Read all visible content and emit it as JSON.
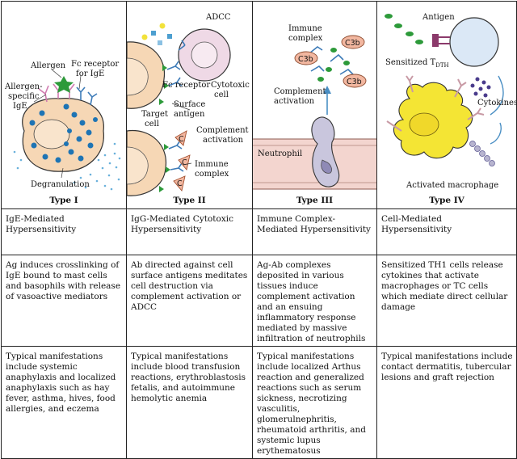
{
  "types": [
    {
      "label": "Type I",
      "name": "IgE-Mediated Hypersensitivity",
      "description": "Ag induces crosslinking of IgE bound to mast cells and basophils with release of vasoactive mediators",
      "manifestations": "Typical manifestations include systemic anaphylaxis and localized anaphylaxis such as hay fever, asthma, hives, food allergies, and eczema",
      "diagram_labels": {
        "allergen": "Allergen",
        "fc_receptor_1": "Fc receptor",
        "fc_receptor_2": "for IgE",
        "allergen_specific_1": "Allergen-",
        "allergen_specific_2": "specific",
        "allergen_specific_3": "IgE",
        "degranulation": "Degranulation"
      }
    },
    {
      "label": "Type II",
      "name": "IgG-Mediated Cytotoxic Hypersensitivity",
      "description": "Ab directed against cell surface antigens meditates cell destruction via complement activation or ADCC",
      "manifestations": "Typical manifestations include blood transfusion reactions, erythroblastosis fetalis, and autoimmune hemolytic anemia",
      "diagram_labels": {
        "adcc": "ADCC",
        "fc_receptor": "Fc receptor",
        "cytotoxic_1": "Cytotoxic",
        "cytotoxic_2": "cell",
        "target_1": "Target",
        "target_2": "cell",
        "surface_1": "Surface",
        "surface_2": "antigen",
        "complement_1": "Complement",
        "complement_2": "activation",
        "immune_complex_1": "Immune",
        "immune_complex_2": "complex",
        "c_marker": "C"
      }
    },
    {
      "label": "Type III",
      "name": "Immune Complex-Mediated Hypersensitivity",
      "description": "Ag-Ab complexes deposited in various tissues induce complement activation and an ensuing inflammatory response mediated by massive infiltration of neutrophils",
      "manifestations": "Typical manifestations include localized Arthus reaction and generalized reactions such as serum sickness, necrotizing vasculitis, glomerulnephritis, rheumatoid arthritis, and systemic lupus erythematosus",
      "diagram_labels": {
        "immune_complex_1": "Immune",
        "immune_complex_2": "complex",
        "c3b": "C3b",
        "complement_1": "Complement",
        "complement_2": "activation",
        "neutrophil": "Neutrophil"
      }
    },
    {
      "label": "Type IV",
      "name": "Cell-Mediated Hypersensitivity",
      "description": "Sensitized TH1 cells release cytokines that activate macrophages or TC cells which mediate direct cellular damage",
      "manifestations": "Typical manifestations include contact dermatitis, tubercular lesions and graft rejection",
      "diagram_labels": {
        "antigen": "Antigen",
        "sensitized": "Sensitized T",
        "sensitized_sub": "DTH",
        "cytokines": "Cytokines",
        "activated_macrophage": "Activated macrophage"
      }
    }
  ],
  "colors": {
    "cell_fill": "#f6d7b5",
    "cytotoxic_fill": "#efd9e6",
    "granule": "#1e74b4",
    "antibody": "#3d7bb8",
    "allergen": "#2d9a3a",
    "complement_fill": "#f2b7a0",
    "vessel": "#f3d5cf",
    "neutrophil": "#c9c6dd",
    "tcell": "#dbe8f6",
    "macrophage": "#f4e534",
    "cytokine": "#4a3c8c"
  }
}
